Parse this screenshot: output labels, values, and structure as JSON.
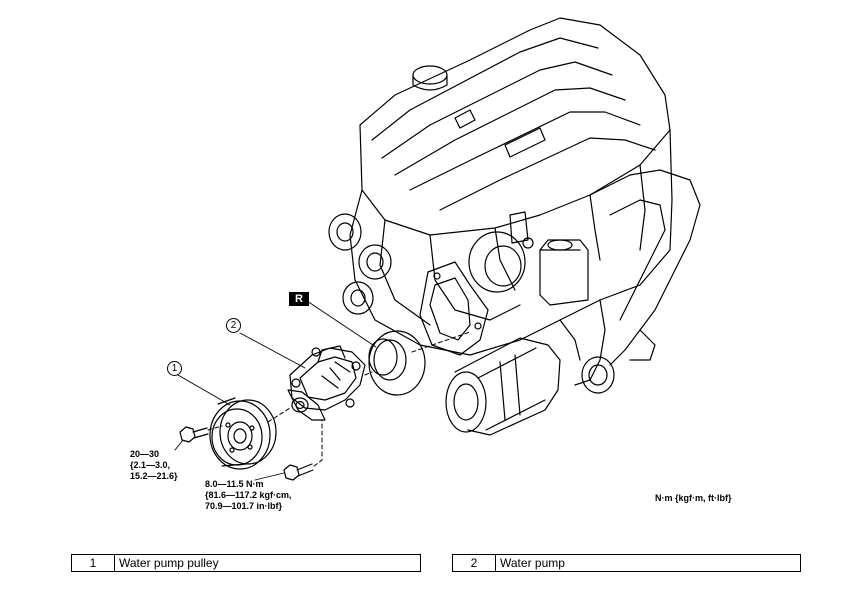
{
  "diagram": {
    "mark_r": "R",
    "torque_unit_note": "N·m {kgf·m, ft·lbf}",
    "callouts": [
      "1",
      "2"
    ],
    "torque_pulley_bolts": [
      "20—30",
      "{2.1—3.0,",
      "15.2—21.6}"
    ],
    "torque_pump_bolts": [
      "8.0—11.5 N·m",
      "{81.6—117.2 kgf·cm,",
      "70.9—101.7 in·lbf}"
    ]
  },
  "legend": [
    {
      "num": "1",
      "name": "Water pump pulley"
    },
    {
      "num": "2",
      "name": "Water pump"
    }
  ]
}
